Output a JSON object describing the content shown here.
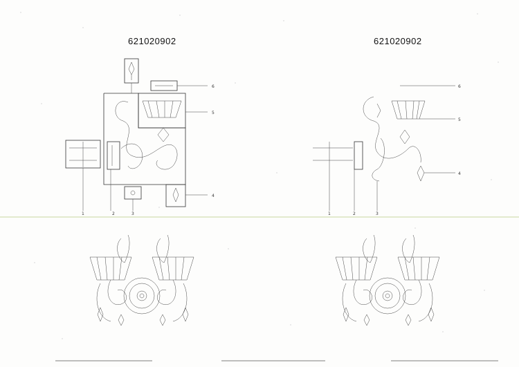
{
  "left_panel": {
    "code": "621020902",
    "callouts": [
      "1",
      "2",
      "3",
      "4",
      "5",
      "6"
    ]
  },
  "right_panel": {
    "code": "621020902",
    "callouts": [
      "1",
      "2",
      "3",
      "4",
      "5",
      "6"
    ]
  },
  "colors": {
    "divider": "#c9d8a0",
    "ink": "#333333"
  }
}
